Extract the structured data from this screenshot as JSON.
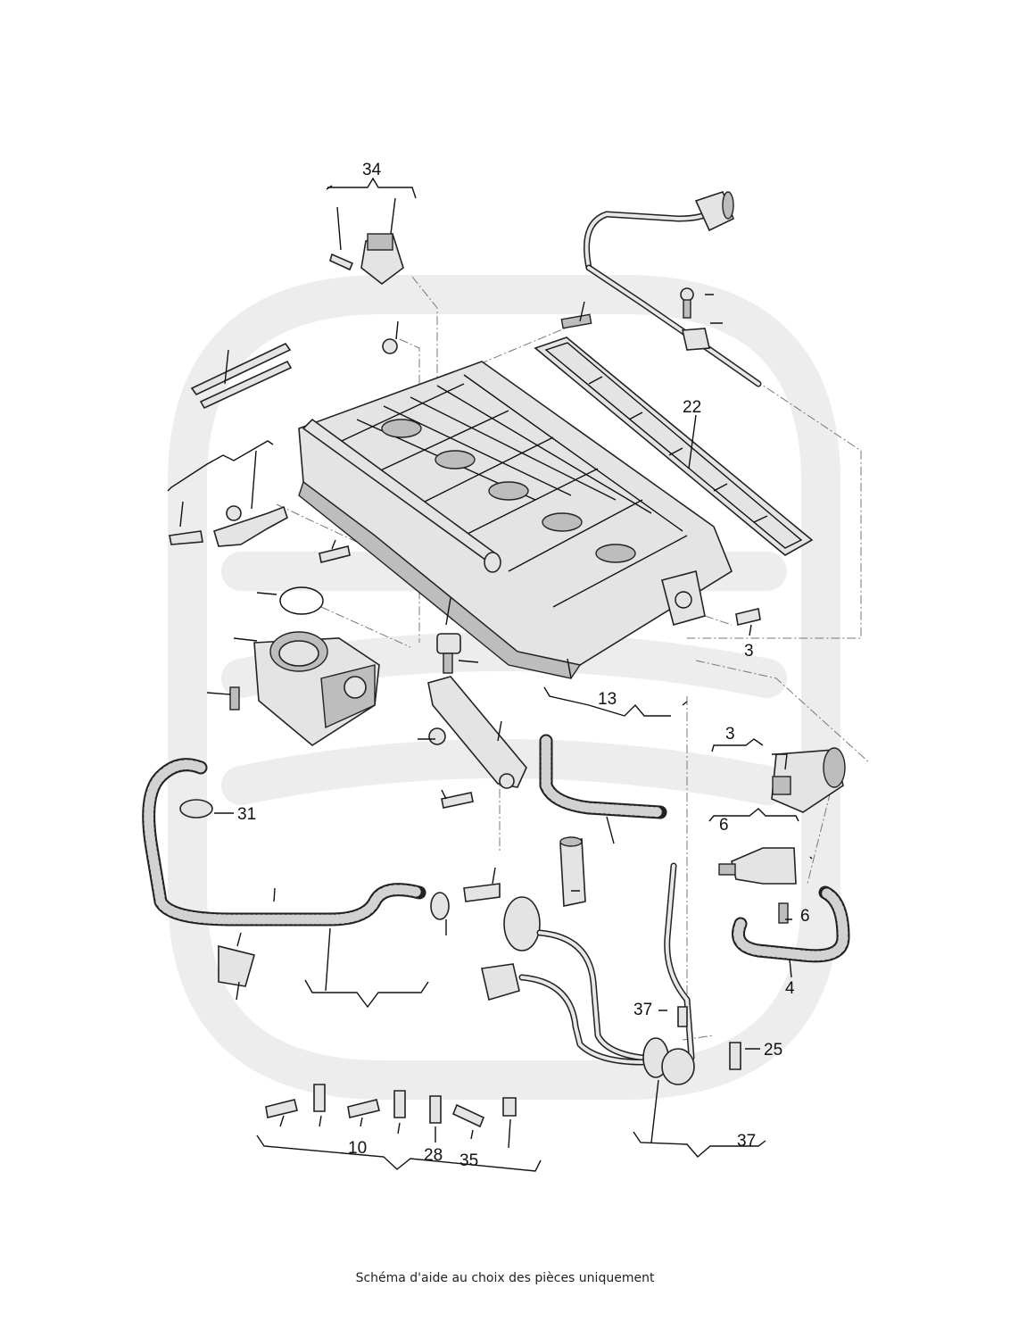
{
  "diagram": {
    "callouts": {
      "c34": "34",
      "c22": "22",
      "c3a": "3",
      "c13": "13",
      "c3b": "3",
      "c6a": "6",
      "c6b": "6",
      "c31": "31",
      "c4": "4",
      "c37a": "37",
      "c25": "25",
      "c37b": "37",
      "c10": "10",
      "c28": "28",
      "c35": "35"
    },
    "watermark_icon": "brand-logo-watermark",
    "line_color": "#111111",
    "watermark_color": "#ededed"
  },
  "footer": {
    "disclaimer": "Schéma d'aide au choix des pièces uniquement"
  }
}
